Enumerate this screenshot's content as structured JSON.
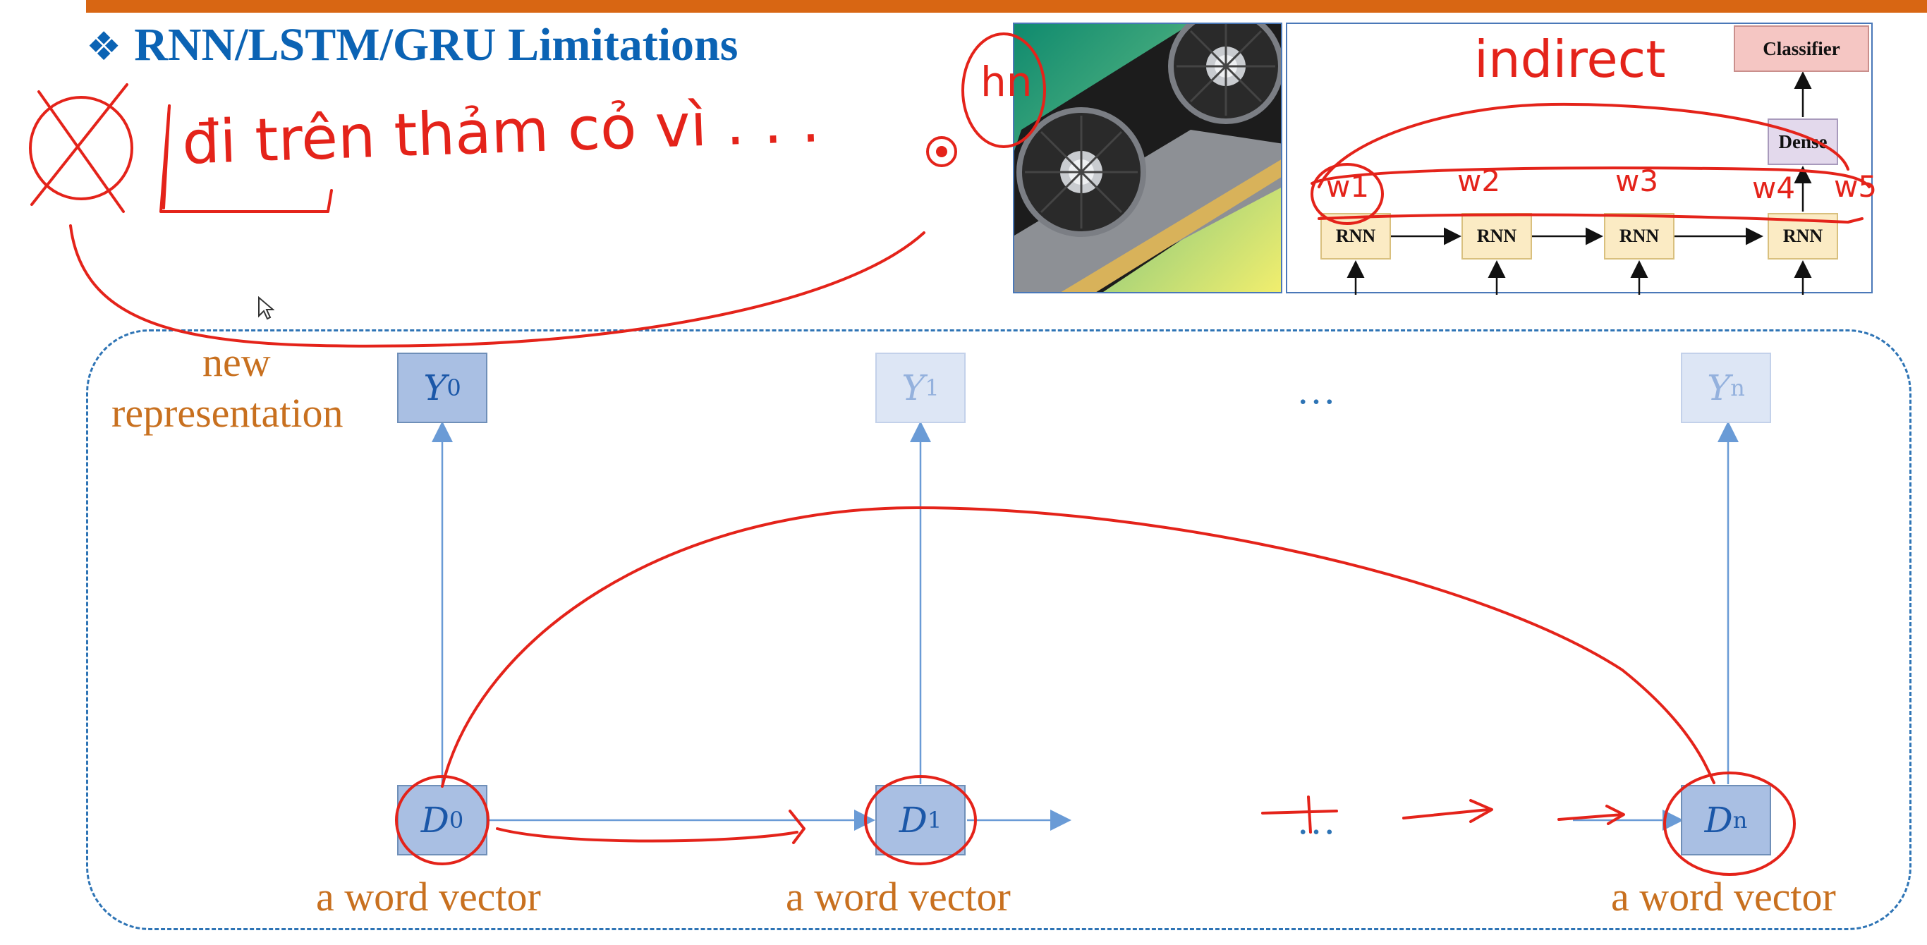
{
  "slide": {
    "title_bullet": "❖",
    "title": "RNN/LSTM/GRU Limitations"
  },
  "rnn_figure": {
    "classifier_label": "Classifier",
    "dense_label": "Dense",
    "cell_label": "RNN"
  },
  "sequence_diagram": {
    "output_label_line1": "new",
    "output_label_line2": "representation",
    "outputs": [
      {
        "symbol": "Y",
        "subscript": "0"
      },
      {
        "symbol": "Y",
        "subscript": "1"
      },
      {
        "symbol": "Y",
        "subscript": "n"
      }
    ],
    "inputs": [
      {
        "symbol": "D",
        "subscript": "0",
        "caption": "a word vector"
      },
      {
        "symbol": "D",
        "subscript": "1",
        "caption": "a word vector"
      },
      {
        "symbol": "D",
        "subscript": "n",
        "caption": "a word vector"
      }
    ],
    "ellipsis": "…"
  },
  "handwriting": {
    "note_top": "đi trên   thảm cỏ vì . . .",
    "hn_label": "hn",
    "indirect_label": "indirect",
    "w_labels": [
      "w1",
      "w2",
      "w3",
      "w4",
      "w5"
    ],
    "color": "#e4231a"
  },
  "colors": {
    "accent_bar": "#d86613",
    "title": "#0b63b4",
    "frame": "#2e74b5",
    "orange_text": "#c8701f"
  }
}
